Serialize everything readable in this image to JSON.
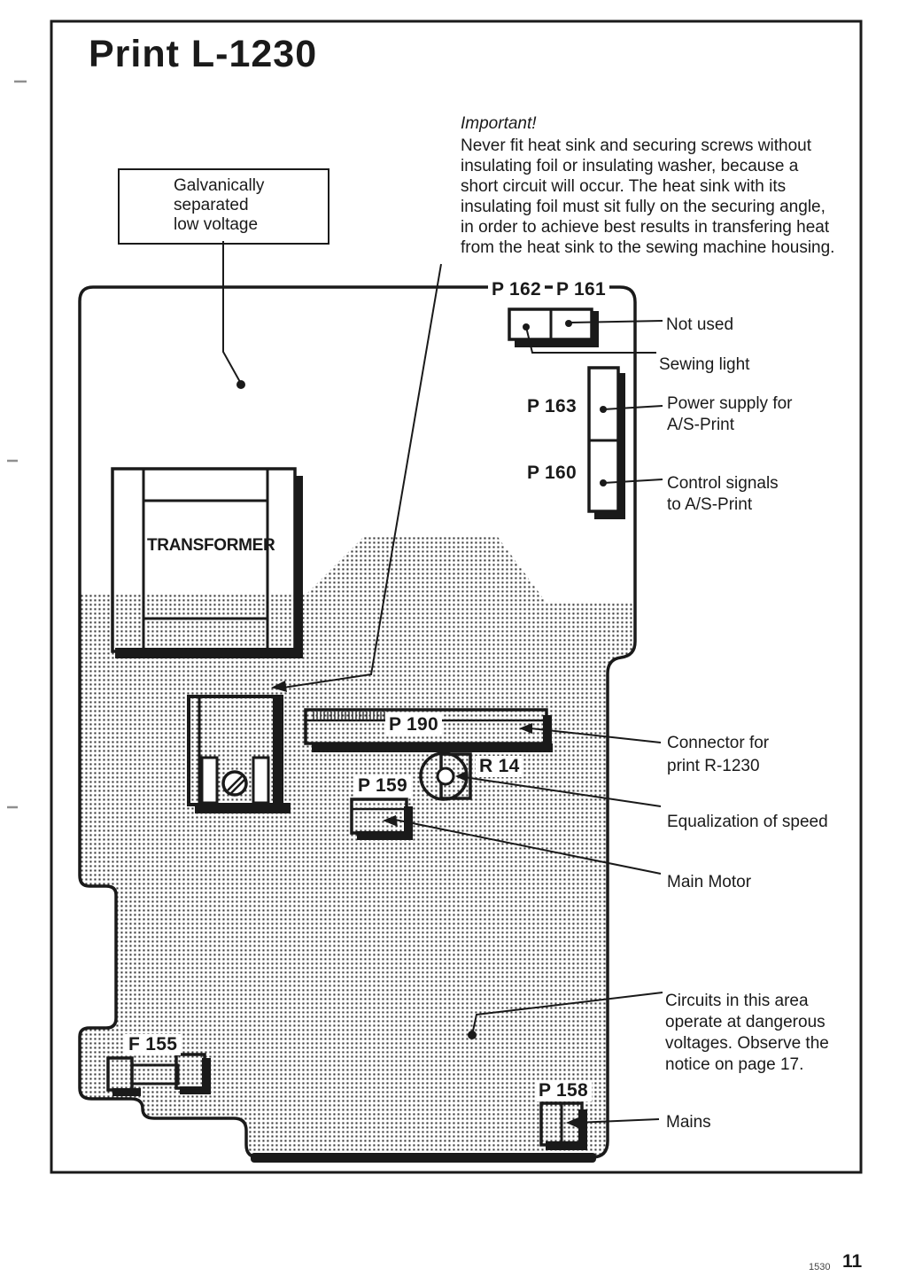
{
  "page": {
    "title": "Print L-1230",
    "footer": {
      "doc_number": "1530",
      "page_number": "11"
    }
  },
  "callout_box": {
    "lines": [
      "Galvanically",
      "separated",
      "low voltage"
    ]
  },
  "important_note": {
    "heading": "Important!",
    "lines": [
      "Never fit heat sink and securing screws without",
      "insulating foil or insulating washer, because a",
      "short circuit will occur. The heat sink with its",
      "insulating foil must sit fully on the securing angle,",
      "in order to achieve best results in transfering heat",
      "from the heat sink to the sewing machine housing."
    ]
  },
  "board": {
    "transformer_label": "TRANSFORMER",
    "connector_labels": {
      "p162": "P 162",
      "p161": "P 161",
      "p163": "P 163",
      "p160": "P 160",
      "p190": "P 190",
      "r14": "R 14",
      "p159": "P 159",
      "f155": "F 155",
      "p158": "P 158"
    },
    "annotations": {
      "not_used": "Not used",
      "sewing_light": "Sewing light",
      "power_supply_line1": "Power supply for",
      "power_supply_line2": "A/S-Print",
      "control_signals_line1": "Control signals",
      "control_signals_line2": "to A/S-Print",
      "connector_line1": "Connector for",
      "connector_line2": "print R-1230",
      "equalization": "Equalization of speed",
      "main_motor": "Main Motor",
      "danger_line1": "Circuits in this area",
      "danger_line2": "operate at dangerous",
      "danger_line3": "voltages. Observe the",
      "danger_line4": "notice on page 17.",
      "mains": "Mains"
    }
  },
  "colors": {
    "ink": "#1a1a1a",
    "paper": "#ffffff"
  }
}
